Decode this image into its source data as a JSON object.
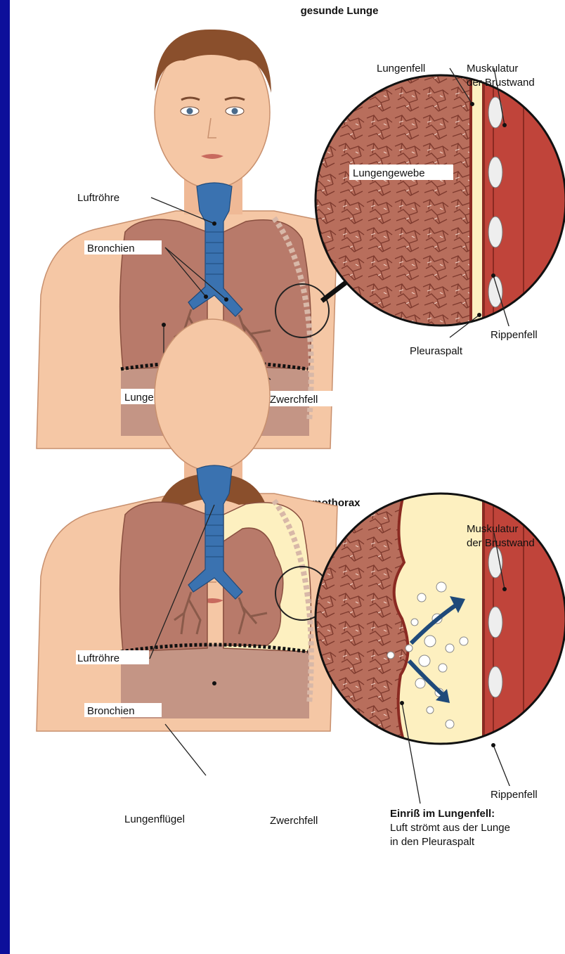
{
  "colors": {
    "frame": "#0d0f9a",
    "skin": "#f5c7a5",
    "hair": "#8a4f2c",
    "lung": "#b87a6a",
    "trachea": "#3a72b0",
    "pleura_fill": "#fdf0c0",
    "muscle": "#c0443a",
    "diaphragm": "#c49585"
  },
  "panels": [
    {
      "title": "gesunde Lunge",
      "labels": {
        "luftroehre": "Luftröhre",
        "bronchien": "Bronchien",
        "lungenfluegel": "Lungenflügel",
        "zwerchfell": "Zwerchfell",
        "lungenfell": "Lungenfell",
        "muskulatur_1": "Muskulatur",
        "muskulatur_2": "der Brustwand",
        "lungengewebe": "Lungengewebe",
        "rippenfell": "Rippenfell",
        "pleuraspalt": "Pleuraspalt"
      }
    },
    {
      "title": "Pneumothorax",
      "labels": {
        "luftroehre": "Luftröhre",
        "bronchien": "Bronchien",
        "lungenfluegel": "Lungenflügel",
        "zwerchfell": "Zwerchfell",
        "muskulatur_1": "Muskulatur",
        "muskulatur_2": "der Brustwand",
        "rippenfell": "Rippenfell",
        "einriss_title": "Einriß im Lungenfell:",
        "einriss_line1": "Luft strömt aus der Lunge",
        "einriss_line2": "in den Pleuraspalt"
      }
    }
  ]
}
